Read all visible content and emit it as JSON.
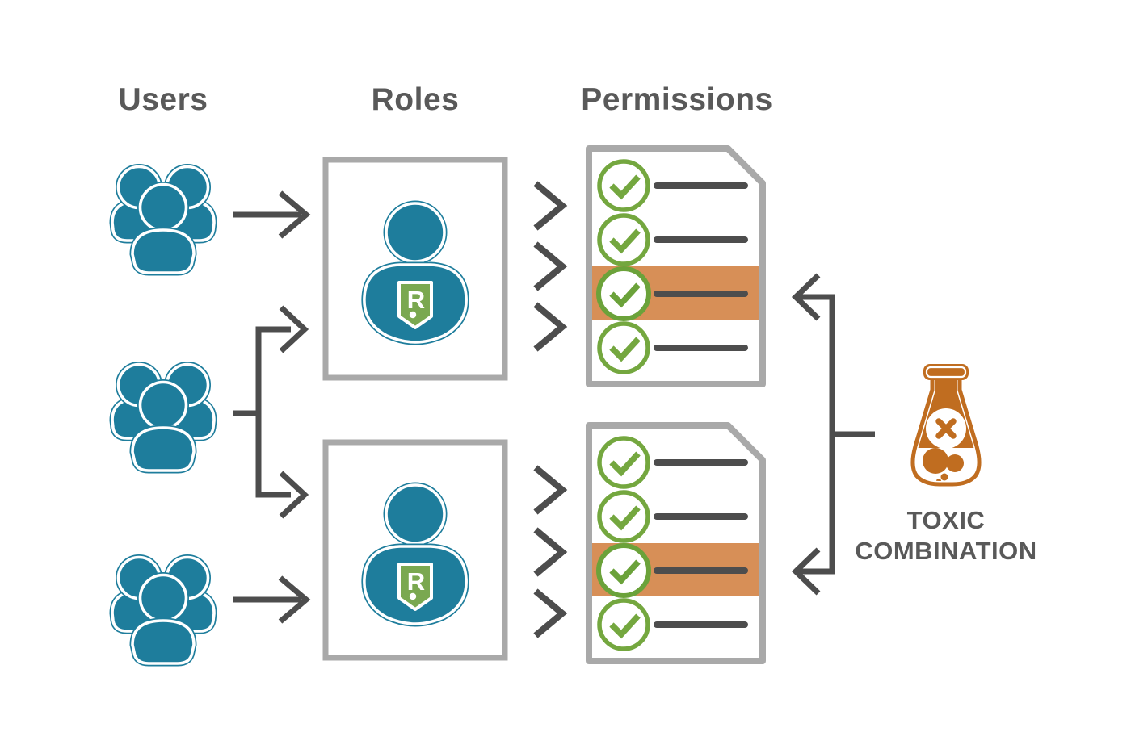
{
  "headers": {
    "users": "Users",
    "roles": "Roles",
    "permissions": "Permissions"
  },
  "toxic": {
    "line1": "TOXIC",
    "line2": "COMBINATION"
  },
  "role_badge": "R",
  "colors": {
    "teal_user": "#1e7d9c",
    "check_green": "#74a73f",
    "badge_green": "#7aa850",
    "highlight_orange": "#d78f57",
    "flask_orange": "#c06d20",
    "line_dark_gray": "#4d4d4d",
    "border_gray": "#a9a9a9",
    "heading_gray": "#595959"
  },
  "icons": {
    "user_group": "user-group-icon",
    "role": "role-user-badge-icon",
    "permission_row": "check-circle-icon",
    "chevron": "chevron-right-icon",
    "toxic": "flask-x-icon"
  },
  "diagram": {
    "user_groups": [
      {
        "name": "user-group-1",
        "connects_to": [
          "role-1"
        ]
      },
      {
        "name": "user-group-2",
        "connects_to": [
          "role-1",
          "role-2"
        ]
      },
      {
        "name": "user-group-3",
        "connects_to": [
          "role-2"
        ]
      }
    ],
    "roles": [
      {
        "name": "role-1",
        "badge": "R"
      },
      {
        "name": "role-2",
        "badge": "R"
      }
    ],
    "permission_docs": [
      {
        "name": "permissions-doc-1",
        "rows": [
          {
            "checked": true,
            "highlighted": false
          },
          {
            "checked": true,
            "highlighted": false
          },
          {
            "checked": true,
            "highlighted": true
          },
          {
            "checked": true,
            "highlighted": false
          }
        ]
      },
      {
        "name": "permissions-doc-2",
        "rows": [
          {
            "checked": true,
            "highlighted": false
          },
          {
            "checked": true,
            "highlighted": false
          },
          {
            "checked": true,
            "highlighted": true
          },
          {
            "checked": true,
            "highlighted": false
          }
        ]
      }
    ],
    "toxic_combination": {
      "label": "TOXIC COMBINATION",
      "points_at": [
        "permissions-doc-1 highlighted row",
        "permissions-doc-2 highlighted row"
      ]
    }
  }
}
